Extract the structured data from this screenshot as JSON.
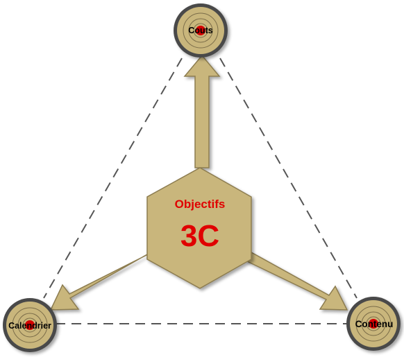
{
  "center": {
    "title": "Objectifs",
    "subtitle": "3C"
  },
  "targets": {
    "top": "Couts",
    "left": "Calendrier",
    "right": "Contenu"
  },
  "colors": {
    "fill": "#c9b67c",
    "stroke": "#8c7c50",
    "text_red": "#e00000",
    "ring_dark": "#4a4a4a",
    "bullseye": "#d40000",
    "dash": "#555555"
  }
}
